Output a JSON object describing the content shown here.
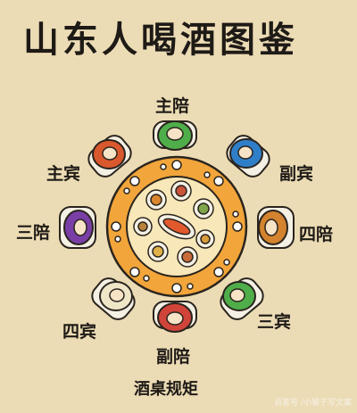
{
  "title": "山东人喝酒图鉴",
  "caption": "酒桌规矩",
  "watermark": "百家号 /小猴子写文案",
  "seats": [
    {
      "key": "zhupei",
      "label": "主陪",
      "color": "#4fae4a"
    },
    {
      "key": "fubin",
      "label": "副宾",
      "color": "#2f7fc8"
    },
    {
      "key": "sipei",
      "label": "四陪",
      "color": "#d4832e"
    },
    {
      "key": "sanbin",
      "label": "三宾",
      "color": "#4fae4a"
    },
    {
      "key": "fupei",
      "label": "副陪",
      "color": "#d1443a"
    },
    {
      "key": "sibin",
      "label": "四宾",
      "color": "#efe6c8"
    },
    {
      "key": "sanpei",
      "label": "三陪",
      "color": "#7a3fa6"
    },
    {
      "key": "zhubin",
      "label": "主宾",
      "color": "#d9582d"
    }
  ],
  "colors": {
    "background": "#ecdcb5",
    "table": "#f2a53a",
    "table_center": "#f8e7b8",
    "outline": "#2a241e"
  }
}
